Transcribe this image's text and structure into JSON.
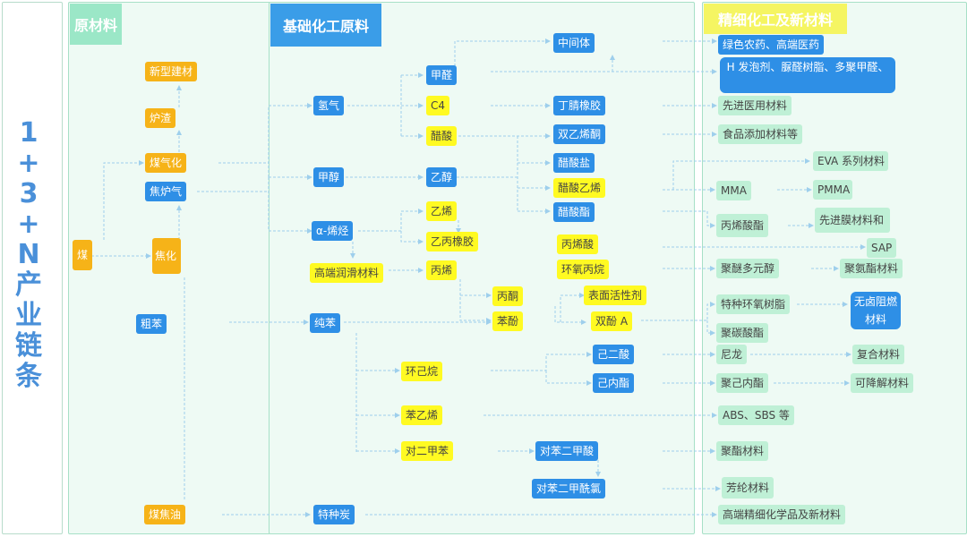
{
  "vertical_title": "1+3+N 产业链条",
  "sections": {
    "raw": "原材料",
    "basic": "基础化工原料",
    "fine": "精细化工及新材料"
  },
  "raw_nodes": {
    "coal": "煤",
    "coking": "焦化",
    "coal_gasification": "煤气化",
    "coke_oven_gas": "焦炉气",
    "slag": "炉渣",
    "building_material": "新型建材",
    "crude_benzene": "粗苯",
    "coal_tar": "煤焦油"
  },
  "basic_nodes": {
    "hydrogen": "氢气",
    "methanol": "甲醇",
    "alpha_olefin": "α-烯烃",
    "lubricant": "高端润滑材料",
    "benzene": "纯苯",
    "special_carbon": "特种炭",
    "formaldehyde": "甲醛",
    "c4": "C4",
    "acetic_acid": "醋酸",
    "ethanol": "乙醇",
    "ethylene": "乙烯",
    "epdm": "乙丙橡胶",
    "propylene": "丙烯",
    "intermediate": "中间体",
    "nitrile_rubber": "丁腈橡胶",
    "diketene": "双乙烯酮",
    "acetate": "醋酸盐",
    "vinyl_acetate": "醋酸乙烯",
    "acetate_ester": "醋酸酯",
    "acrylic_acid": "丙烯酸",
    "epichlorohydrin": "环氧丙烷",
    "acetone": "丙酮",
    "phenol": "苯酚",
    "surfactant": "表面活性剂",
    "bisphenol_a": "双酚 A",
    "cyclohexane": "环己烷",
    "adipic_acid": "己二酸",
    "caprolactam": "己内酯",
    "styrene": "苯乙烯",
    "p_xylene": "对二甲苯",
    "pta": "对苯二甲酸",
    "terephthaloyl_chloride": "对苯二甲酰氯"
  },
  "fine_nodes": {
    "agro_pharma": "绿色农药、高端医药",
    "foams": "H 发泡剂、脲醛树脂、多聚甲醛、",
    "medical_materials": "先进医用材料",
    "food_additives": "食品添加材料等",
    "eva": "EVA 系列材料",
    "mma": "MMA",
    "pmma": "PMMA",
    "acrylate": "丙烯酸酯",
    "membrane": "先进膜材料和",
    "sap": "SAP",
    "polyether_polyol": "聚醚多元醇",
    "polyurethane": "聚氨酯材料",
    "special_epoxy": "特种环氧树脂",
    "flame_retardant": "无卤阻燃材料",
    "polycarbonate": "聚碳酸酯",
    "nylon": "尼龙",
    "composite": "复合材料",
    "pcl": "聚己内酯",
    "degradable": "可降解材料",
    "abs_sbs": "ABS、SBS 等",
    "polyester": "聚酯材料",
    "aramid": "芳纶材料",
    "high_end_fine": "高端精细化学品及新材料"
  },
  "colors": {
    "raw_material": "#f6b318",
    "intermediate": "#2e8fe6",
    "product": "#fffa22",
    "fine": "#bff0d6",
    "panel": "#eefaf4",
    "arrow": "#9ecfec"
  }
}
